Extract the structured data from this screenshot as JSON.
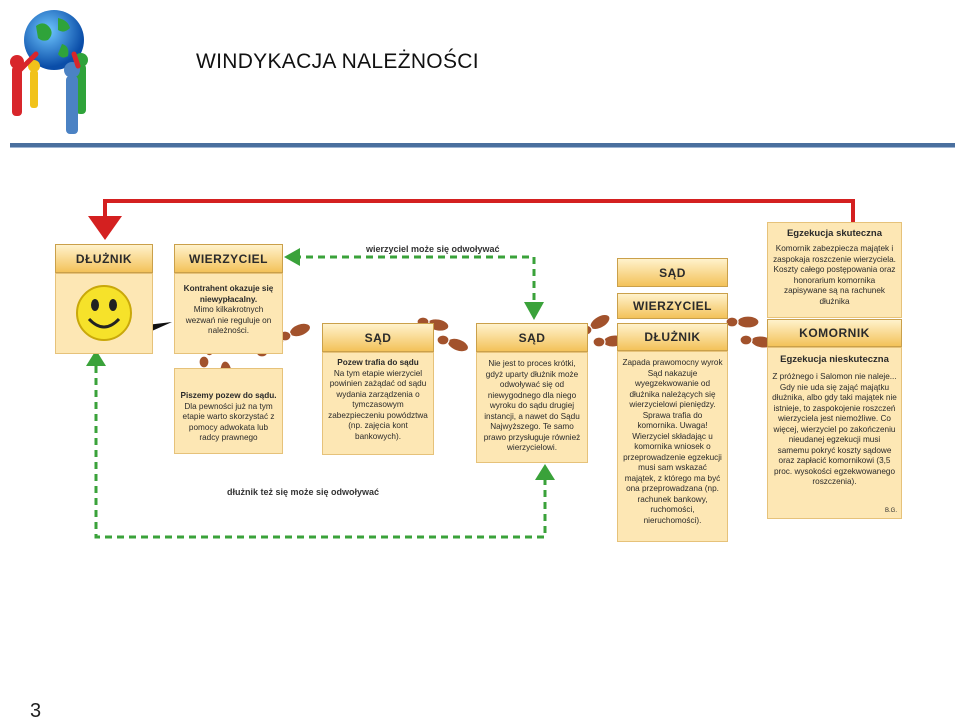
{
  "slide": {
    "title": "WINDYKACJA  NALEŻNOŚCI",
    "page_number": "3"
  },
  "diagram": {
    "boxes": {
      "dluznik_left": {
        "header": "DŁUŻNIK"
      },
      "wierzyciel": {
        "header": "WIERZYCIEL",
        "lead": "Kontrahent okazuje się niewypłacalny.",
        "text": "Mimo kilkakrotnych wezwań nie reguluje on należności."
      },
      "pozew": {
        "lead": "Piszemy pozew do sądu.",
        "text": "Dla pewności już na tym etapie warto skorzystać z pomocy adwokata lub radcy prawnego"
      },
      "sad1": {
        "header": "SĄD",
        "lead": "Pozew trafia do sądu",
        "text": "Na tym etapie wierzyciel powinien zażądać od sądu wydania zarządzenia o tymczasowym zabezpieczeniu powództwa (np. zajęcia kont bankowych)."
      },
      "sad2": {
        "header": "SĄD",
        "text": "Nie jest to proces krótki, gdyż uparty dłużnik może odwoływać się od niewygodnego dla niego wyroku do sądu drugiej instancji, a nawet do Sądu Najwyższego. Te samo prawo przysługuje również wierzycielowi."
      },
      "stack": {
        "sad_header": "SĄD",
        "wierzyciel_header": "WIERZYCIEL",
        "dluznik_header": "DŁUŻNIK",
        "text": "Zapada prawomocny wyrok Sąd nakazuje wyegzekwowanie od dłużnika należących się wierzycielowi pieniędzy. Sprawa trafia do komornika. Uwaga! Wierzyciel składając u komornika wniosek o przeprowadzenie egzekucji musi sam wskazać majątek, z którego ma być ona przeprowadzana (np. rachunek bankowy, ruchomości, nieruchomości)."
      },
      "egzekucja_skuteczna": {
        "title": "Egzekucja skuteczna",
        "text": "Komornik zabezpiecza majątek i zaspokaja roszczenie wierzyciela. Koszty całego postępowania oraz honorarium komornika zapisywane są na rachunek dłużnika"
      },
      "komornik": {
        "header": "KOMORNIK",
        "title": "Egzekucja nieskuteczna",
        "text": "Z próżnego i Salomon nie naleje... Gdy nie uda się zająć majątku dłużnika, albo gdy taki majątek nie istnieje, to zaspokojenie roszczeń wierzyciela jest niemożliwe. Co więcej, wierzyciel po zakończeniu nieudanej egzekucji musi samemu pokryć koszty sądowe oraz zapłacić komornikowi (3,5 proc. wysokości egzekwowanego roszczenia).",
        "signature": "B.G."
      }
    },
    "notes": {
      "wierzyciel_appeal": "wierzyciel może się odwoływać",
      "dluznik_appeal": "dłużnik też się może się odwoływać"
    },
    "colors": {
      "red_arrow": "#d42020",
      "green_dashed": "#3aa23a",
      "header_gold": "#f3c25a",
      "body_cream": "#fde7b4",
      "footprint": "#a2522c",
      "smiley": "#f6e22a",
      "rule": "#4a6f9e"
    },
    "icons": [
      "globe-people-logo-icon",
      "smiley-icon",
      "lightning-icon",
      "footprint-icon"
    ]
  }
}
